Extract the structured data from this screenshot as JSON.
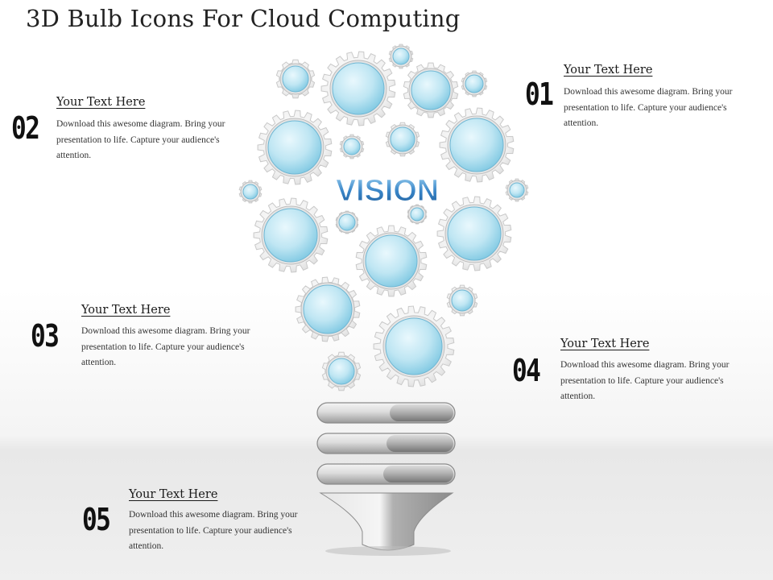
{
  "title": "3D Bulb Icons For Cloud Computing",
  "center_label": "VISION",
  "items": [
    {
      "number": "01",
      "heading": "Your Text Here",
      "body": "Download this awesome diagram. Bring your presentation to life. Capture your audience's attention."
    },
    {
      "number": "02",
      "heading": "Your Text Here",
      "body": "Download this awesome diagram. Bring your presentation to life. Capture your audience's attention."
    },
    {
      "number": "03",
      "heading": "Your Text Here",
      "body": "Download this awesome diagram. Bring your presentation to life. Capture your audience's attention."
    },
    {
      "number": "04",
      "heading": "Your Text Here",
      "body": "Download this awesome diagram. Bring your presentation to life. Capture your audience's attention."
    },
    {
      "number": "05",
      "heading": "Your Text Here",
      "body": "Download this awesome diagram. Bring your presentation to life. Capture your audience's attention."
    }
  ],
  "colors": {
    "gear_face": "#bfe6f3",
    "gear_body": "#f2f2f2",
    "vision_text": "#3a86c8",
    "bulb_base": "#bdbdbd"
  }
}
